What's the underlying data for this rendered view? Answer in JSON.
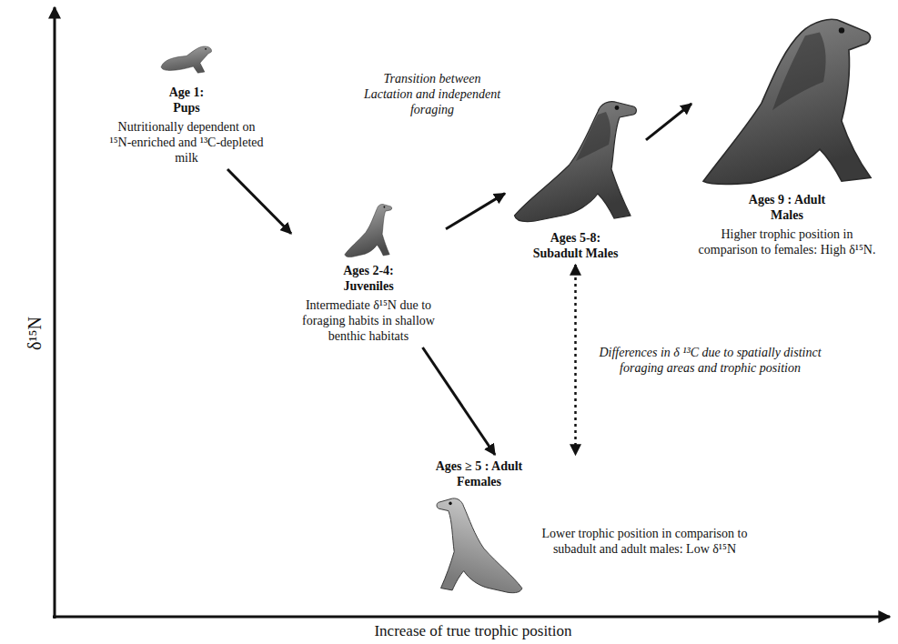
{
  "diagram": {
    "nodes": [
      {
        "text": [
          "Age 1: Pups",
          "Nutritionally dependent on ¹⁵N-enriched and ¹³C-depleted milk"
        ]
      },
      {
        "text": [
          "Ages 2-4: Juveniles",
          "Intermediate δ¹⁵N due to foraging habits in shallow benthic habitats"
        ]
      },
      {
        "text": [
          "Ages 5-8: Subadult Males"
        ]
      },
      {
        "text": [
          "Ages 9 : Adult Males",
          "Higher trophic position in comparison to females: High δ¹⁵N."
        ]
      },
      {
        "text": [
          "Ages ≥ 5 : Adult Females",
          "Lower trophic position in comparison to subadult and adult males: Low δ¹⁵N"
        ]
      }
    ],
    "edges": [
      {
        "from": 0,
        "to": 1,
        "arrow": "to"
      },
      {
        "from": 1,
        "to": 2,
        "arrow": "to"
      },
      {
        "from": 2,
        "to": 3,
        "arrow": "to"
      },
      {
        "from": 1,
        "to": 4,
        "arrow": "to"
      },
      {
        "from": 2,
        "to": 4,
        "arrow": "both",
        "label": "Differences in δ ¹³C due to spatially distinct foraging areas and trophic position"
      }
    ],
    "labels": [
      "Transition between Lactation and independent foraging",
      "δ¹⁵N",
      "Increase of true trophic position"
    ]
  }
}
